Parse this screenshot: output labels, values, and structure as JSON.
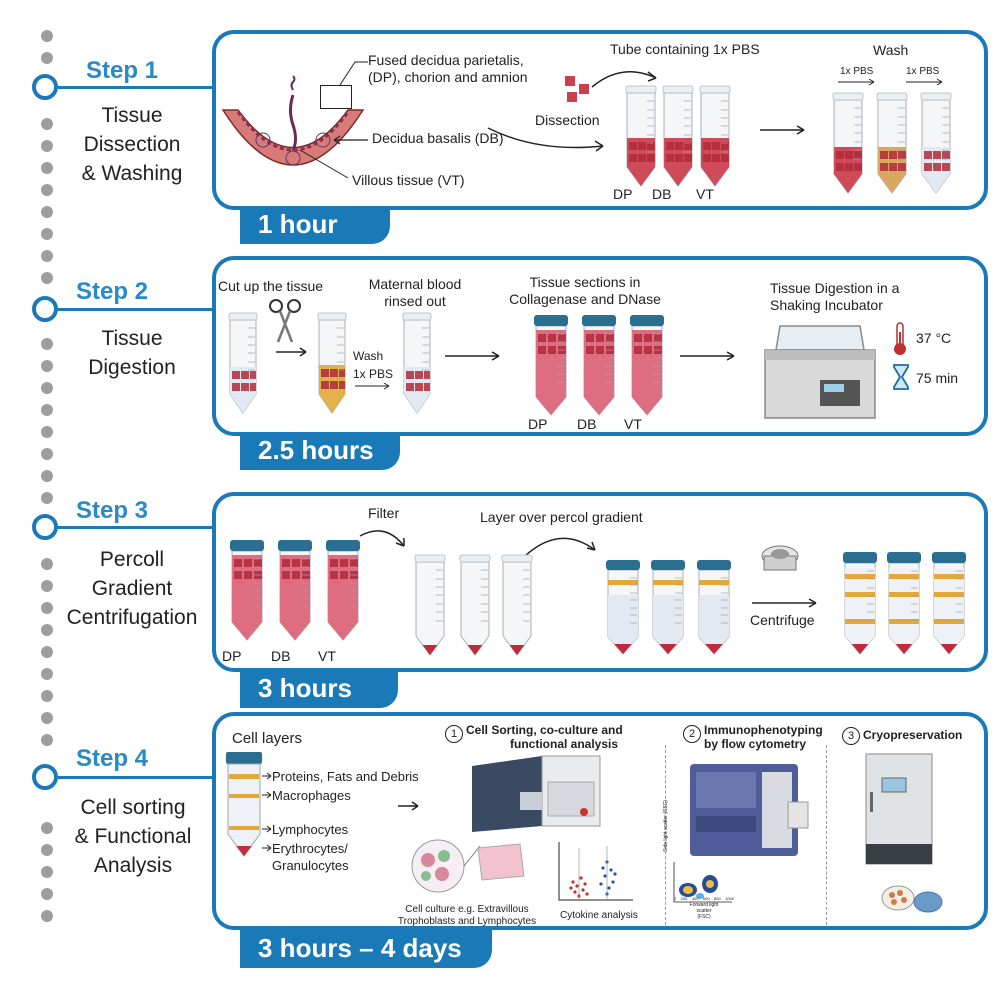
{
  "steps": [
    {
      "title": "Step 1",
      "desc": [
        "Tissue",
        "Dissection",
        "& Washing"
      ],
      "duration": "1 hour"
    },
    {
      "title": "Step 2",
      "desc": [
        "Tissue",
        "Digestion"
      ],
      "duration": "2.5 hours"
    },
    {
      "title": "Step 3",
      "desc": [
        "Percoll",
        "Gradient",
        "Centrifugation"
      ],
      "duration": "3 hours"
    },
    {
      "title": "Step 4",
      "desc": [
        "Cell sorting",
        "& Functional",
        "Analysis"
      ],
      "duration": "3 hours – 4 days"
    }
  ],
  "step1": {
    "fused_label": [
      "Fused decidua parietalis,",
      "(DP), chorion and amnion"
    ],
    "db_label": "Decidua basalis (DB)",
    "vt_label": "Villous tissue (VT)",
    "dissection": "Dissection",
    "tube_label": "Tube containing 1x PBS",
    "tubes": [
      "DP",
      "DB",
      "VT"
    ],
    "wash": "Wash",
    "pbs1": "1x PBS",
    "pbs2": "1x PBS"
  },
  "step2": {
    "cut": "Cut up the tissue",
    "maternal": [
      "Maternal blood",
      "rinsed out"
    ],
    "wash": "Wash",
    "pbs": "1x PBS",
    "sections": [
      "Tissue sections in",
      "Collagenase and DNase"
    ],
    "tubes": [
      "DP",
      "DB",
      "VT"
    ],
    "digestion": [
      "Tissue Digestion in a",
      "Shaking Incubator"
    ],
    "temp": "37 °C",
    "time": "75 min"
  },
  "step3": {
    "tubes": [
      "DP",
      "DB",
      "VT"
    ],
    "filter": "Filter",
    "layer": "Layer over percol gradient",
    "centrifuge": "Centrifuge"
  },
  "step4": {
    "cell_layers": "Cell layers",
    "layers": [
      "Proteins, Fats and Debris",
      "Macrophages",
      "Lymphocytes",
      "Erythrocytes/",
      "Granulocytes"
    ],
    "sorting_num": "1",
    "sorting": [
      "Cell Sorting, co-culture and",
      "functional analysis"
    ],
    "immuno_num": "2",
    "immuno": [
      "Immunophenotyping",
      "by flow cytometry"
    ],
    "cryo_num": "3",
    "cryo": "Cryopreservation",
    "culture": [
      "Cell culture e.g. Extravillous",
      "Trophoblasts and Lymphocytes"
    ],
    "cytokine": "Cytokine analysis",
    "y_axis": "Side light scatter (SSC)",
    "x_axis": [
      "Forward light scatter",
      "(FSC)"
    ],
    "x_ticks": [
      "0",
      "200",
      "400",
      "600",
      "800",
      "1000"
    ]
  },
  "colors": {
    "accent": "#1a7ab8",
    "title_blue": "#2a8ac8",
    "tissue_red": "#c9404f",
    "tube_cap": "#2a6f8f"
  }
}
